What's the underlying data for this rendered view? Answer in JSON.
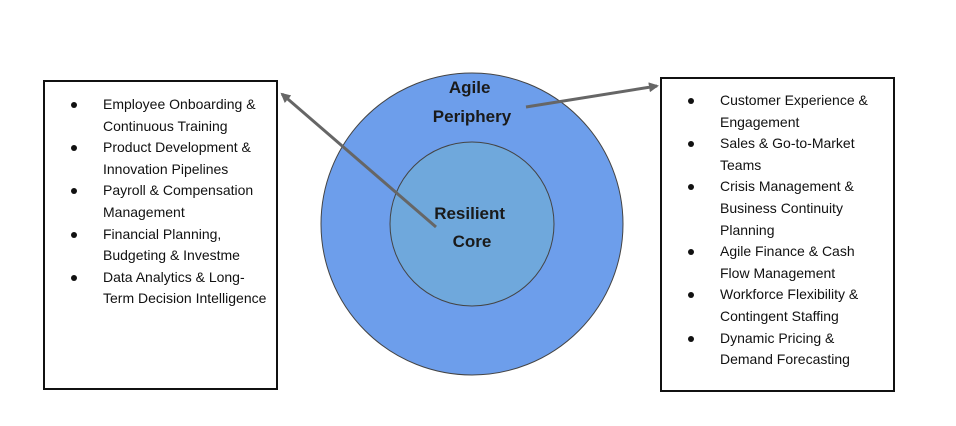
{
  "core_label": [
    "Resilient",
    "Core"
  ],
  "periphery_label": [
    "Agile",
    "Periphery"
  ],
  "left_items": [
    "Employee Onboarding & Continuous Training",
    "Product Development & Innovation Pipelines",
    "Payroll & Compensation Management",
    "Financial Planning, Budgeting & Investme",
    "Data Analytics & Long-Term Decision Intelligence"
  ],
  "right_items": [
    "Customer Experience & Engagement",
    "Sales & Go-to-Market Teams",
    "Crisis Management & Business Continuity Planning",
    "Agile Finance & Cash Flow Management",
    "Workforce Flexibility & Contingent Staffing",
    "Dynamic Pricing & Demand Forecasting"
  ],
  "colors": {
    "outer_circle": "#6d9eeb",
    "inner_circle": "#6fa8dc",
    "circle_stroke": "#444444",
    "arrow": "#666666"
  }
}
